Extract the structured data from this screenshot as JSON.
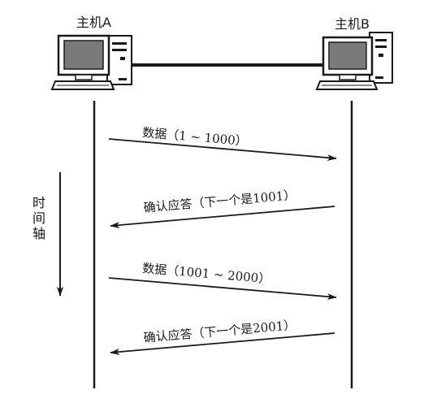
{
  "hosts": {
    "a": {
      "label": "主机A"
    },
    "b": {
      "label": "主机B"
    }
  },
  "time_axis": {
    "label_chars": [
      "时",
      "间",
      "轴"
    ]
  },
  "messages": [
    {
      "label": "数据（1 ~ 1000）",
      "direction": "a-to-b"
    },
    {
      "label": "确认应答（下一个是1001）",
      "direction": "b-to-a"
    },
    {
      "label": "数据（1001 ~ 2000）",
      "direction": "a-to-b"
    },
    {
      "label": "确认应答（下一个是2001）",
      "direction": "b-to-a"
    }
  ],
  "icons": {
    "host_a": "desktop-computer-tower-icon",
    "host_b": "desktop-computer-tower-icon"
  },
  "colors": {
    "ink": "#1a1a1a",
    "screen": "#7a7a7a",
    "background": "#ffffff"
  }
}
